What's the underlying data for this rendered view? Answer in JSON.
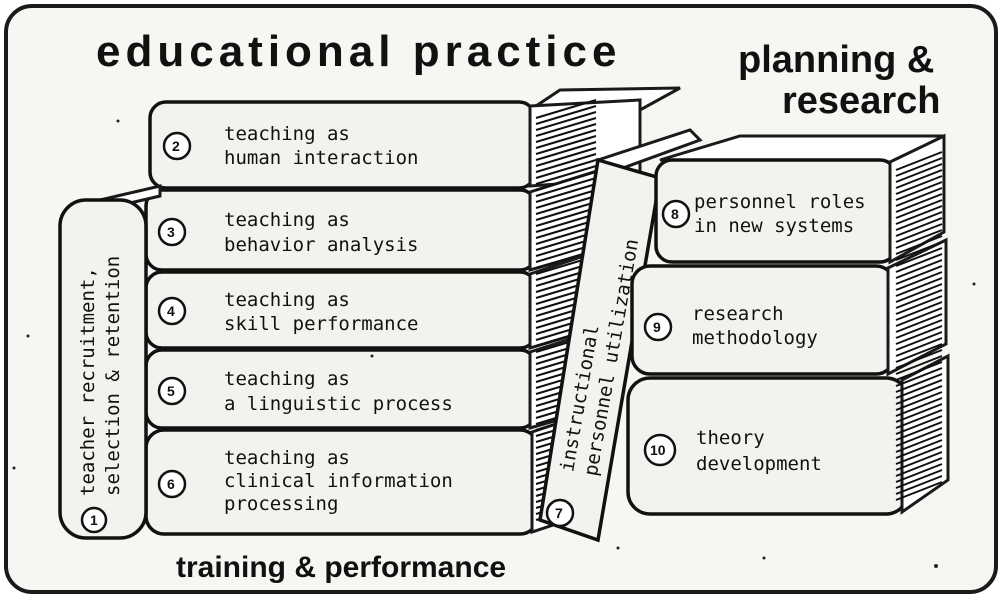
{
  "headings": {
    "top": "educational practice",
    "right": [
      "planning &",
      "research"
    ],
    "bottom": "training & performance"
  },
  "books": [
    {
      "num": "2",
      "lines": [
        "teaching as",
        "human interaction"
      ]
    },
    {
      "num": "3",
      "lines": [
        "teaching as",
        "behavior analysis"
      ]
    },
    {
      "num": "4",
      "lines": [
        "teaching as",
        "skill performance"
      ]
    },
    {
      "num": "5",
      "lines": [
        "teaching as",
        "a linguistic process"
      ]
    },
    {
      "num": "6",
      "lines": [
        "teaching as",
        "clinical information",
        "processing"
      ]
    },
    {
      "num": "8",
      "lines": [
        "personnel roles",
        "in new systems"
      ]
    },
    {
      "num": "9",
      "lines": [
        "research",
        "methodology"
      ]
    },
    {
      "num": "10",
      "lines": [
        "theory",
        "development"
      ]
    }
  ],
  "vertical_books": [
    {
      "num": "1",
      "lines": [
        "teacher recruitment,",
        "selection & retention"
      ]
    },
    {
      "num": "7",
      "lines": [
        "instructional",
        "personnel utilization"
      ]
    }
  ]
}
